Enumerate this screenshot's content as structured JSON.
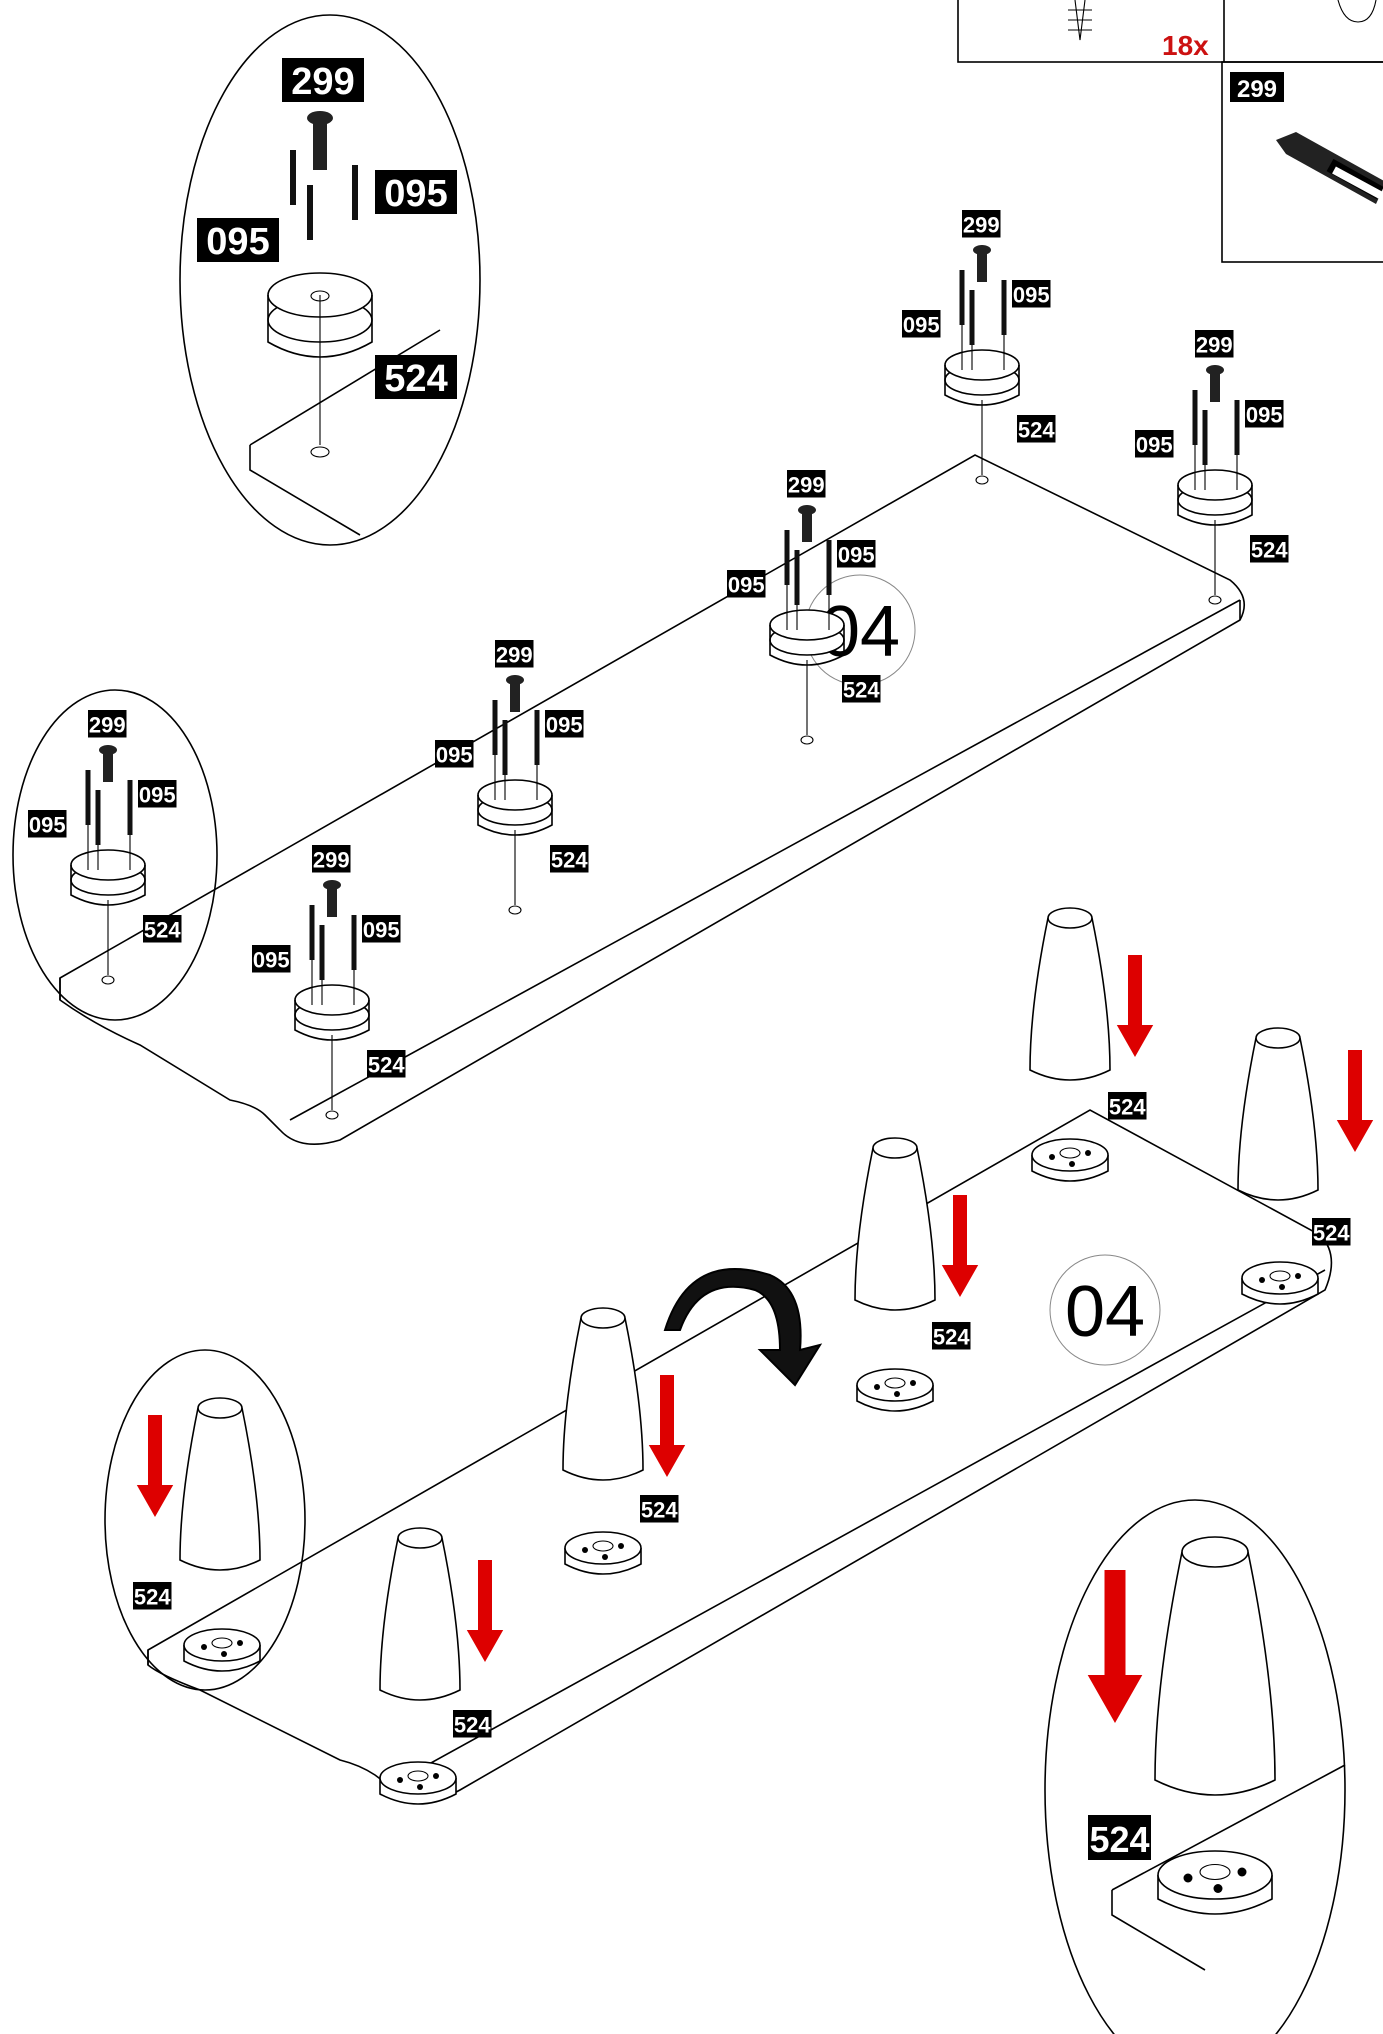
{
  "parts": {
    "screw": "095",
    "bolt": "299",
    "leg_mount": "524"
  },
  "panel_number": "04",
  "hardware_box": {
    "quantity_label": "18x",
    "bolt_code": "299"
  },
  "colors": {
    "arrow": "#dd0000",
    "label_bg": "#000000",
    "label_text": "#ffffff",
    "quantity_text": "#cc1111"
  },
  "icons": [
    "down-arrow-icon",
    "rotate-arrow-icon",
    "screw-icon",
    "bolt-icon"
  ]
}
